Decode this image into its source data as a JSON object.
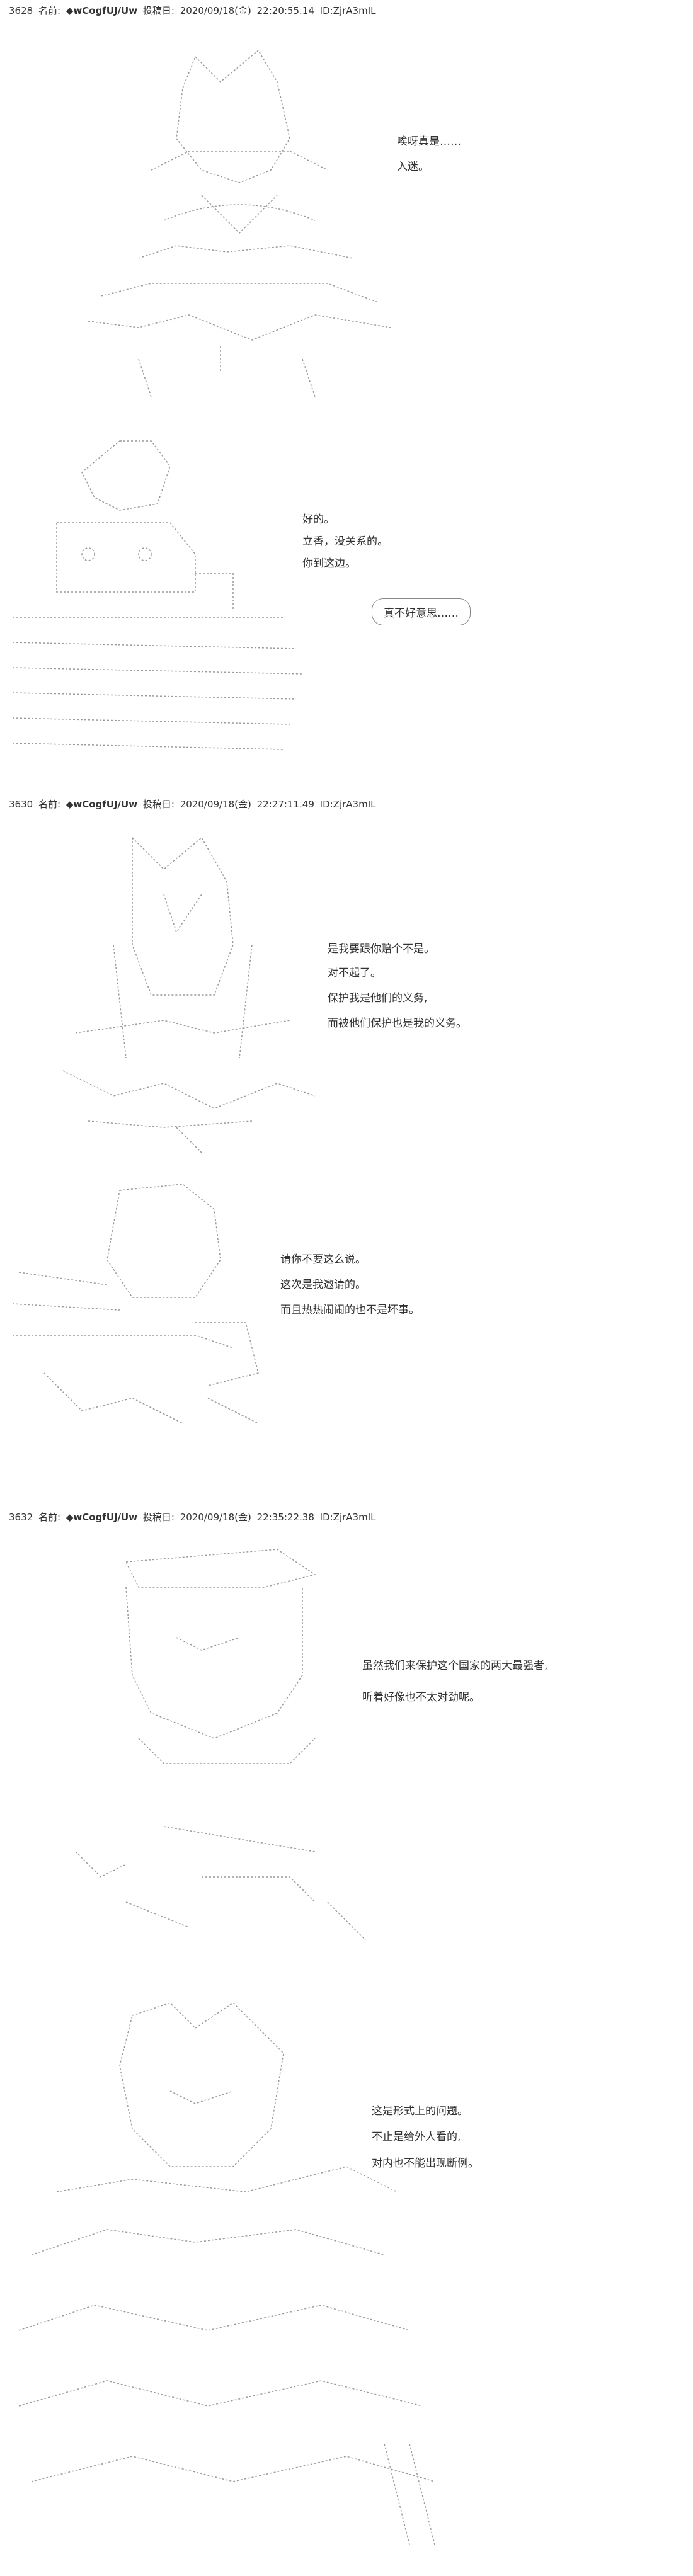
{
  "posts": [
    {
      "number": "3628",
      "name_label": "名前:",
      "name": "◆wCogfUJ/Uw",
      "date_label": "投稿日:",
      "date": "2020/09/18(金)",
      "time": "22:20:55.14",
      "id": "ID:ZjrA3mIL",
      "frames": [
        {
          "lines": [
            "唉呀真是……",
            "入迷。"
          ]
        },
        {
          "lines": [
            "好的。",
            "立香，没关系的。",
            "你到这边。"
          ],
          "bubble": "真不好意思……"
        }
      ]
    },
    {
      "number": "3630",
      "name_label": "名前:",
      "name": "◆wCogfUJ/Uw",
      "date_label": "投稿日:",
      "date": "2020/09/18(金)",
      "time": "22:27:11.49",
      "id": "ID:ZjrA3mIL",
      "frames": [
        {
          "lines": [
            "是我要跟你赔个不是。",
            "对不起了。",
            "保护我是他们的义务,",
            "而被他们保护也是我的义务。"
          ]
        },
        {
          "lines": [
            "请你不要这么说。",
            "这次是我邀请的。",
            "而且热热闹闹的也不是坏事。"
          ]
        }
      ]
    },
    {
      "number": "3632",
      "name_label": "名前:",
      "name": "◆wCogfUJ/Uw",
      "date_label": "投稿日:",
      "date": "2020/09/18(金)",
      "time": "22:35:22.38",
      "id": "ID:ZjrA3mIL",
      "frames": [
        {
          "lines": [
            "虽然我们来保护这个国家的两大最强者,",
            "听着好像也不太对劲呢。"
          ]
        },
        {
          "lines": [
            "这是形式上的问题。",
            "不止是给外人看的,",
            "对内也不能出现断例。"
          ]
        }
      ]
    }
  ]
}
